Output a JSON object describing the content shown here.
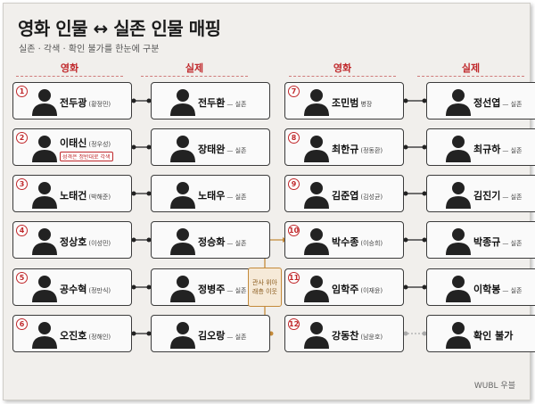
{
  "title": "영화 인물 ↔ 실존 인물 매핑",
  "subtitle": "실존 · 각색 · 확인 불가를 한눈에 구분",
  "col_movie": "영화",
  "col_real": "실제",
  "note": "관사 위아래층 이웃",
  "footer": "WUBL 우블",
  "colors": {
    "accent": "#c0282b",
    "note": "#c48a3a",
    "card_border": "#3b3b3b"
  },
  "left": [
    {
      "num": "1",
      "movie": "전두광",
      "movie_sub": "(황정민)",
      "real": "전두환",
      "real_sub": "— 실존"
    },
    {
      "num": "2",
      "movie": "이태신",
      "movie_sub": "(정우성)",
      "tag": "성격은 정반대로 각색",
      "real": "장태완",
      "real_sub": "— 실존"
    },
    {
      "num": "3",
      "movie": "노태건",
      "movie_sub": "(박해준)",
      "real": "노태우",
      "real_sub": "— 실존"
    },
    {
      "num": "4",
      "movie": "정상호",
      "movie_sub": "(이성민)",
      "real": "정승화",
      "real_sub": "— 실존"
    },
    {
      "num": "5",
      "movie": "공수혁",
      "movie_sub": "(정만식)",
      "real": "정병주",
      "real_sub": "— 실존"
    },
    {
      "num": "6",
      "movie": "오진호",
      "movie_sub": "(정해인)",
      "real": "김오랑",
      "real_sub": "— 실존"
    }
  ],
  "right": [
    {
      "num": "7",
      "movie": "조민범",
      "movie_sub": "병장",
      "real": "정선엽",
      "real_sub": "— 실존"
    },
    {
      "num": "8",
      "movie": "최한규",
      "movie_sub": "(정동환)",
      "real": "최규하",
      "real_sub": "— 실존"
    },
    {
      "num": "9",
      "movie": "김준엽",
      "movie_sub": "(김성균)",
      "real": "김진기",
      "real_sub": "— 실존"
    },
    {
      "num": "10",
      "movie": "박수종",
      "movie_sub": "(이승희)",
      "real": "박종규",
      "real_sub": "— 실존"
    },
    {
      "num": "11",
      "movie": "임학주",
      "movie_sub": "(이재윤)",
      "real": "이학봉",
      "real_sub": "— 실존"
    },
    {
      "num": "12",
      "movie": "강동찬",
      "movie_sub": "(남윤호)",
      "real": "확인 불가",
      "real_sub": ""
    }
  ]
}
